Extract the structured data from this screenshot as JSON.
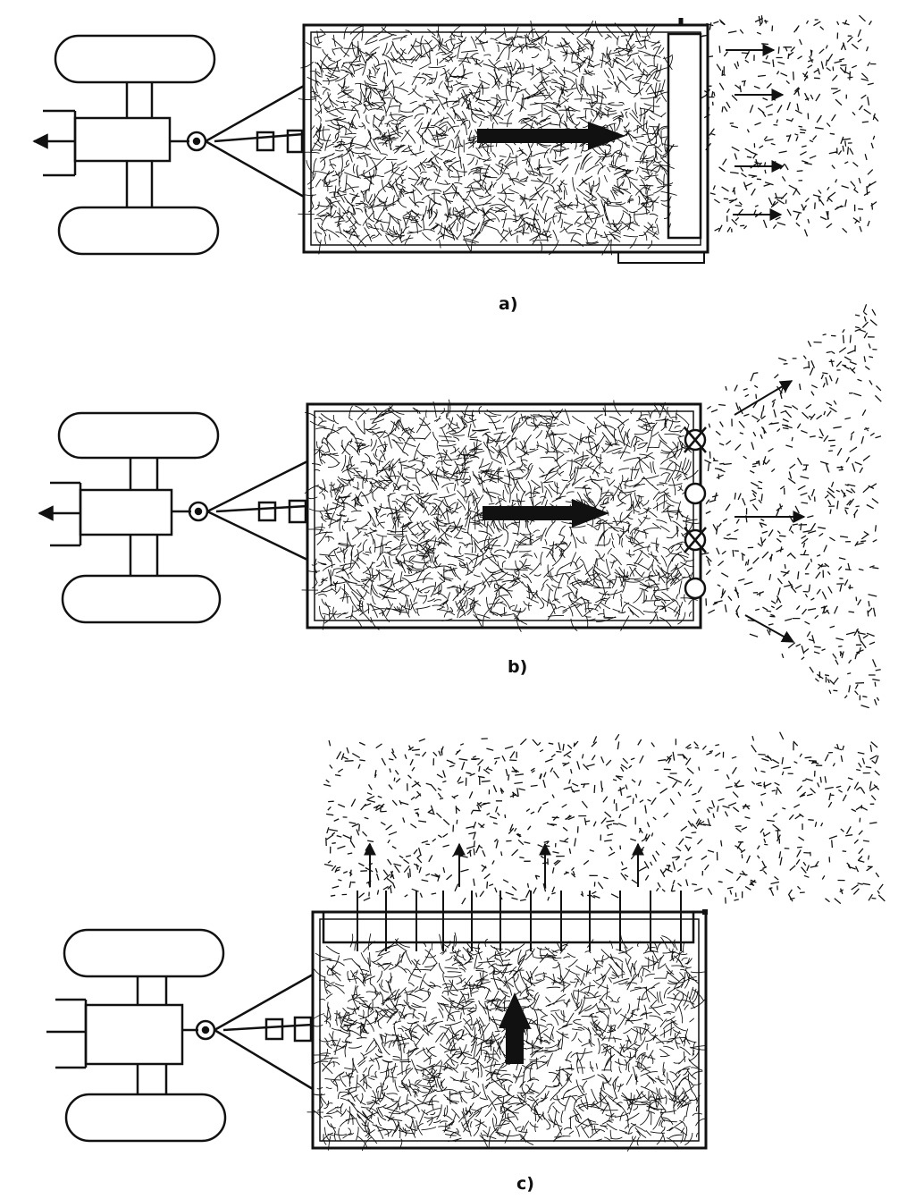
{
  "figure": {
    "panels": [
      {
        "id": "a",
        "label": "a)",
        "discharge": "rear-beater"
      },
      {
        "id": "b",
        "label": "b)",
        "discharge": "rear-spinner"
      },
      {
        "id": "c",
        "label": "c)",
        "discharge": "side-beater"
      }
    ]
  },
  "colors": {
    "ink": "#111111",
    "paper": "#ffffff"
  }
}
